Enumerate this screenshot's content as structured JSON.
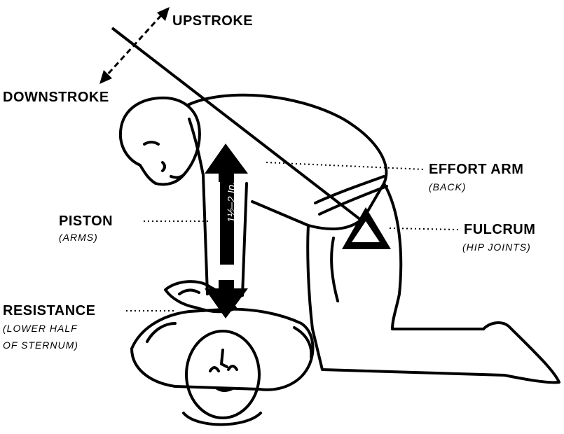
{
  "labels": {
    "upstroke": "UPSTROKE",
    "downstroke": "DOWNSTROKE",
    "effort_arm": "EFFORT ARM",
    "effort_arm_sub": "(BACK)",
    "piston": "PISTON",
    "piston_sub": "(ARMS)",
    "fulcrum": "FULCRUM",
    "fulcrum_sub": "(HIP JOINTS)",
    "resistance": "RESISTANCE",
    "resistance_sub_1": "(LOWER HALF",
    "resistance_sub_2": "OF STERNUM)",
    "depth": "1½–2 In."
  },
  "colors": {
    "ink": "#000000",
    "paper": "#ffffff"
  },
  "icons": {
    "stroke_arrow": "double-headed-arrow",
    "depth_arrow": "bold-double-headed-arrow",
    "fulcrum_marker": "hollow-triangle"
  }
}
